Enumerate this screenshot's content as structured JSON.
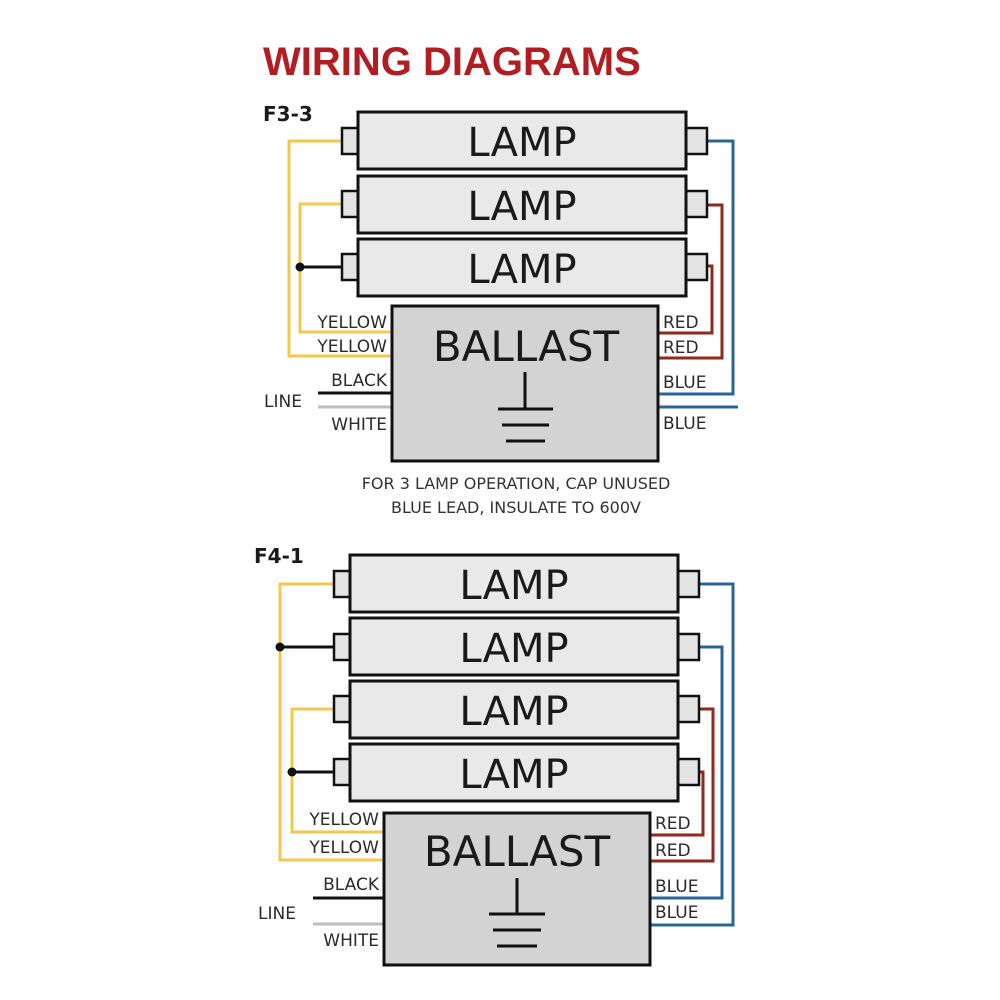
{
  "title": "WIRING DIAGRAMS",
  "colors": {
    "title": "#b01e23",
    "yellow": "#f2c94c",
    "red": "#8e2a1e",
    "blue": "#2a6496",
    "black": "#111111",
    "white_wire": "#b8b8b8"
  },
  "diagrams": [
    {
      "id": "F3-3",
      "label": "F3-3",
      "lamps": [
        "LAMP",
        "LAMP",
        "LAMP"
      ],
      "ballast_label": "BALLAST",
      "ground_icon": "ground-symbol",
      "left_leads": [
        "YELLOW",
        "YELLOW",
        "BLACK",
        "WHITE"
      ],
      "line_label": "LINE",
      "right_leads": [
        "RED",
        "RED",
        "BLUE",
        "BLUE"
      ],
      "note_lines": [
        "FOR 3 LAMP OPERATION, CAP UNUSED",
        "BLUE LEAD, INSULATE TO 600V"
      ]
    },
    {
      "id": "F4-1",
      "label": "F4-1",
      "lamps": [
        "LAMP",
        "LAMP",
        "LAMP",
        "LAMP"
      ],
      "ballast_label": "BALLAST",
      "ground_icon": "ground-symbol",
      "left_leads": [
        "YELLOW",
        "YELLOW",
        "BLACK",
        "WHITE"
      ],
      "line_label": "LINE",
      "right_leads": [
        "RED",
        "RED",
        "BLUE",
        "BLUE"
      ]
    }
  ]
}
